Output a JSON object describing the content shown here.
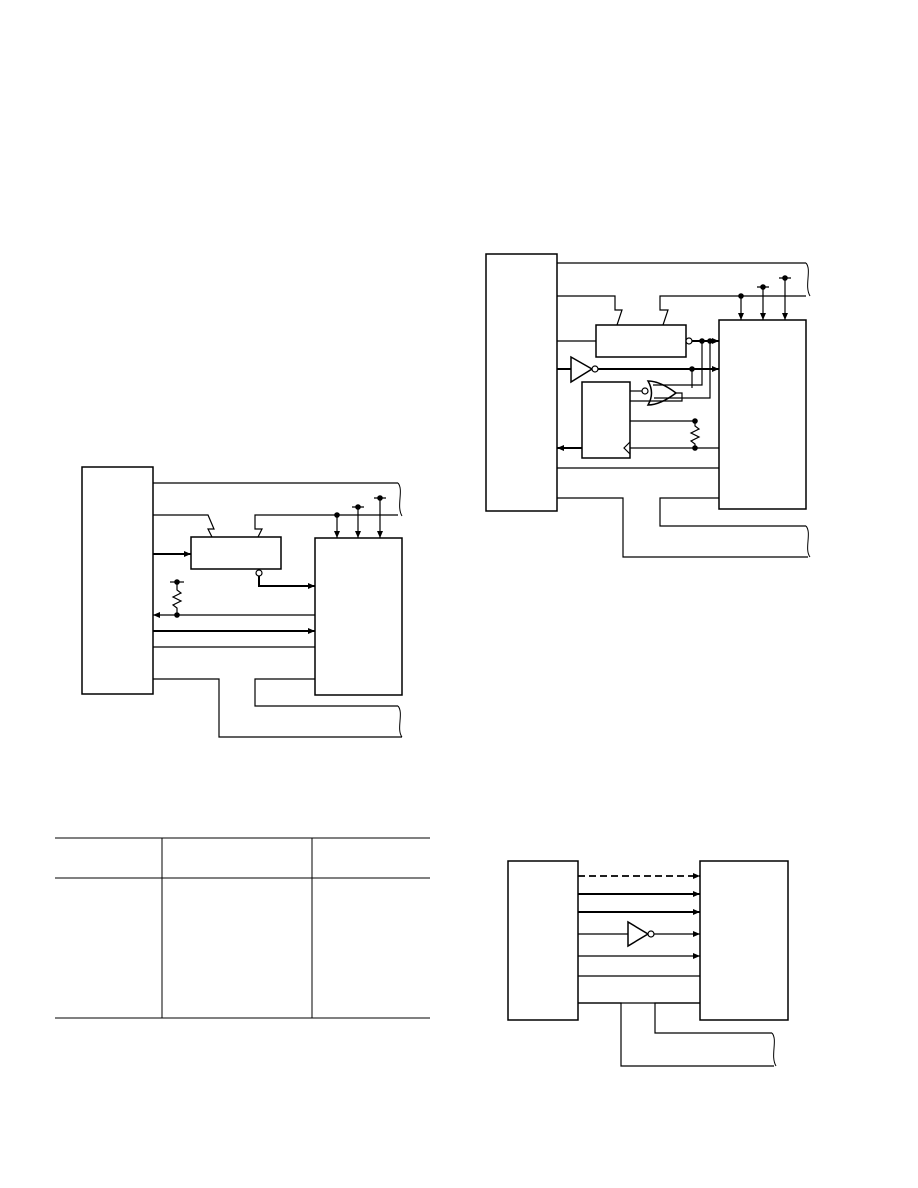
{
  "diagrams": [
    {
      "id": "diagram-1",
      "description_visible_text": ""
    },
    {
      "id": "diagram-2",
      "description_visible_text": ""
    },
    {
      "id": "diagram-3",
      "description_visible_text": ""
    }
  ],
  "table": {
    "columns": 3,
    "headers": [
      "",
      "",
      ""
    ],
    "rows": [
      [
        "",
        "",
        ""
      ]
    ]
  }
}
